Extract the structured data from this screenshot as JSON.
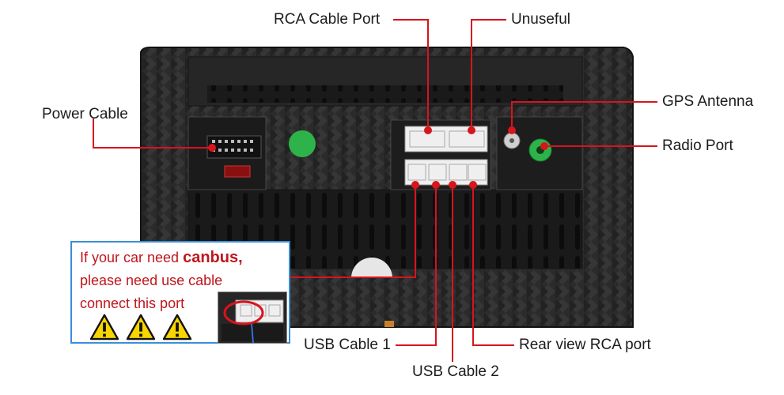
{
  "labels": {
    "rca_cable_port": "RCA Cable Port",
    "unuseful": "Unuseful",
    "power_cable": "Power Cable",
    "gps_antenna": "GPS Antenna",
    "radio_port": "Radio Port",
    "usb_cable_1": "USB Cable 1",
    "usb_cable_2": "USB Cable 2",
    "rear_view_rca_port": "Rear view RCA port"
  },
  "note": {
    "line1_prefix": "If your car need ",
    "line1_emphasis": "canbus,",
    "line2": "please need use cable",
    "line3": "connect this port"
  },
  "colors": {
    "callout": "#d8141c",
    "box_border": "#3a8ed8",
    "device_body": "#2a2a2a",
    "green_accent": "#2db34a",
    "warning_yellow": "#f6d500"
  },
  "icons": [
    "warning-icon",
    "warning-icon",
    "warning-icon"
  ]
}
